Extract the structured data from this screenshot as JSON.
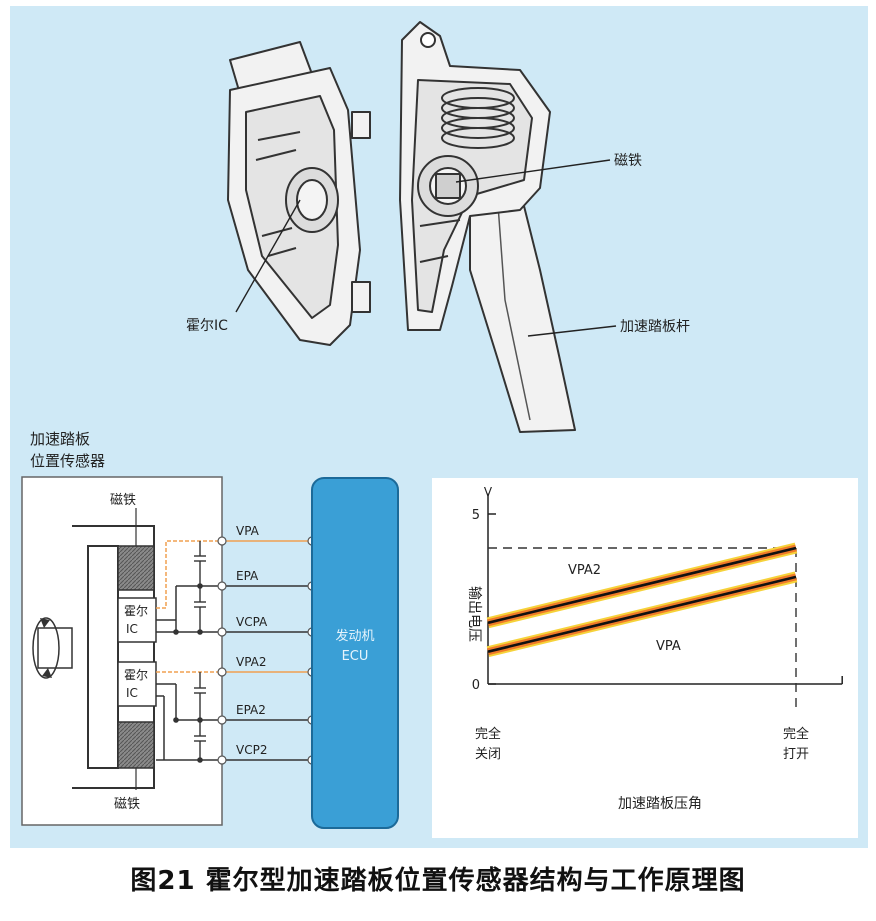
{
  "top_labels": {
    "magnet": "磁铁",
    "hall_ic": "霍尔IC",
    "pedal_arm": "加速踏板杆"
  },
  "sensor": {
    "title_line1": "加速踏板",
    "title_line2": "位置传感器",
    "magnet_top": "磁铁",
    "magnet_bottom": "磁铁",
    "hall1_line1": "霍尔",
    "hall1_line2": "IC",
    "hall2_line1": "霍尔",
    "hall2_line2": "IC",
    "terminals": [
      "VPA",
      "EPA",
      "VCPA",
      "VPA2",
      "EPA2",
      "VCP2"
    ]
  },
  "ecu": {
    "line1": "发动机",
    "line2": "ECU",
    "color": "#3a9fd6"
  },
  "chart_data": {
    "type": "line",
    "ylabel_unit": "V",
    "ylabel": "输出电压",
    "xlabel": "加速踏板压角",
    "y_ticks": [
      {
        "value": 0,
        "label": "0"
      },
      {
        "value": 5,
        "label": "5"
      }
    ],
    "ylim": [
      0,
      5.6
    ],
    "x_categories": [
      {
        "pos": 0,
        "line1": "完全",
        "line2": "关闭"
      },
      {
        "pos": 1,
        "line1": "完全",
        "line2": "打开"
      }
    ],
    "xlim": [
      0,
      1.15
    ],
    "ref_level": 4.0,
    "series": [
      {
        "name": "VPA2",
        "x": [
          0,
          1
        ],
        "y": [
          1.8,
          4.0
        ]
      },
      {
        "name": "VPA",
        "x": [
          0,
          1
        ],
        "y": [
          0.95,
          3.15
        ]
      }
    ]
  },
  "colors": {
    "line_core": "#111111",
    "line_glow": "#f07a28",
    "line_glow2": "#f6d23a",
    "signal_wire": "#f0a050",
    "panel_border": "#666666"
  },
  "caption": "图21 霍尔型加速踏板位置传感器结构与工作原理图"
}
